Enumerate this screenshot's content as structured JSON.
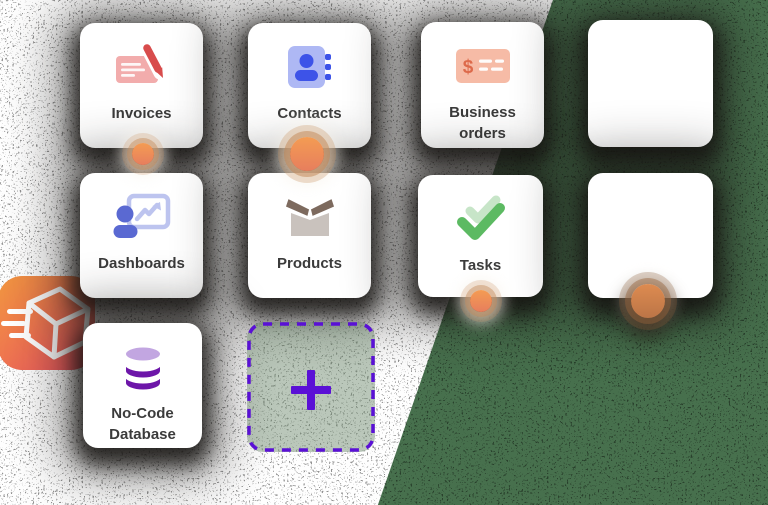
{
  "illustration": {
    "name": "no-code modules grid",
    "cards": [
      {
        "label": "Invoices",
        "icon": "invoice-pencil-icon"
      },
      {
        "label": "Contacts",
        "icon": "address-book-icon"
      },
      {
        "label": "Business orders",
        "icon": "dollar-receipt-icon"
      },
      {
        "label": "",
        "icon": "none"
      },
      {
        "label": "Dashboards",
        "icon": "person-chart-icon"
      },
      {
        "label": "Products",
        "icon": "open-box-icon"
      },
      {
        "label": "Tasks",
        "icon": "double-checkmark-icon"
      },
      {
        "label": "",
        "icon": "none"
      },
      {
        "label": "No-Code Database",
        "icon": "database-icon"
      }
    ],
    "add_card": {
      "icon": "plus-icon",
      "border_style": "dashed"
    },
    "logo": {
      "icon": "speeding-cube-logo"
    }
  },
  "colors": {
    "background_left": "#FEFEFE",
    "background_right_green": "#47704D",
    "card": "#FFFFFF",
    "label_text": "#3B3B3B",
    "accent_violet": "#5A10D6",
    "logo_gradient_start": "#F1973F",
    "logo_gradient_end": "#EC4F63",
    "dot_orange_top": "#F49C53",
    "dot_orange_bottom": "#E77E5D",
    "invoice_pink": "#F2ACAC",
    "invoice_red": "#D84C4C",
    "contacts_light_blue": "#AEB8F4",
    "contacts_blue": "#3D53E8",
    "orders_salmon": "#F6BBA6",
    "orders_red": "#DD6A4B",
    "dashboards_blue": "#5A69D2",
    "dashboards_light": "#BDC4EF",
    "box_dark_brown": "#7D6A5E",
    "box_light_taupe": "#C9C2BD",
    "check_light_green": "#C7E5C8",
    "check_green": "#5CBA62",
    "db_light_purple": "#C2A6E1",
    "db_purple": "#6D16A9"
  }
}
